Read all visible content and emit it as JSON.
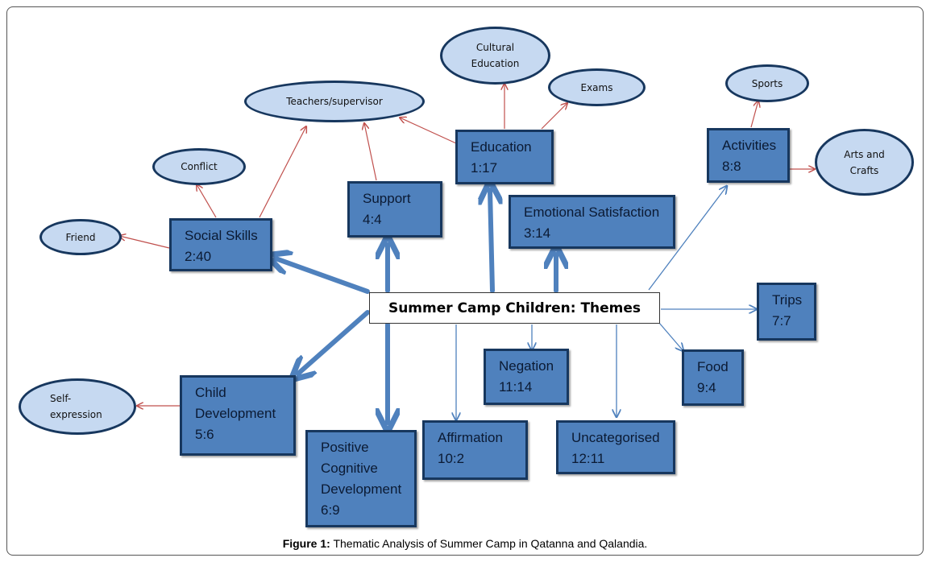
{
  "center": "Summer Camp Children: Themes",
  "themes": {
    "social": {
      "name": "Social Skills",
      "code": "2:40"
    },
    "support": {
      "name": "Support",
      "code": "4:4"
    },
    "education": {
      "name": "Education",
      "code": "1:17"
    },
    "emotional": {
      "name": "Emotional Satisfaction",
      "code": "3:14"
    },
    "activities": {
      "name": "Activities",
      "code": "8:8"
    },
    "trips": {
      "name": "Trips",
      "code": "7:7"
    },
    "food": {
      "name": "Food",
      "code": "9:4"
    },
    "negation": {
      "name": "Negation",
      "code": "11:14"
    },
    "uncategorised": {
      "name": "Uncategorised",
      "code": "12:11"
    },
    "affirmation": {
      "name": "Affirmation",
      "code": "10:2"
    },
    "positive": {
      "line1": "Positive",
      "line2": "Cognitive",
      "line3": "Development",
      "code": "6:9"
    },
    "child": {
      "line1": "Child",
      "line2": "Development",
      "code": "5:6"
    }
  },
  "subthemes": {
    "cultural": {
      "line1": "Cultural",
      "line2": "Education"
    },
    "exams": "Exams",
    "teachers": "Teachers/supervisor",
    "conflict": "Conflict",
    "friend": "Friend",
    "sports": "Sports",
    "arts": {
      "line1": "Arts and",
      "line2": "Crafts"
    },
    "self_expression": {
      "line1": "Self-",
      "line2": "expression"
    }
  },
  "caption": {
    "label": "Figure 1:",
    "text": " Thematic Analysis of Summer Camp in Qatanna and Qalandia."
  }
}
